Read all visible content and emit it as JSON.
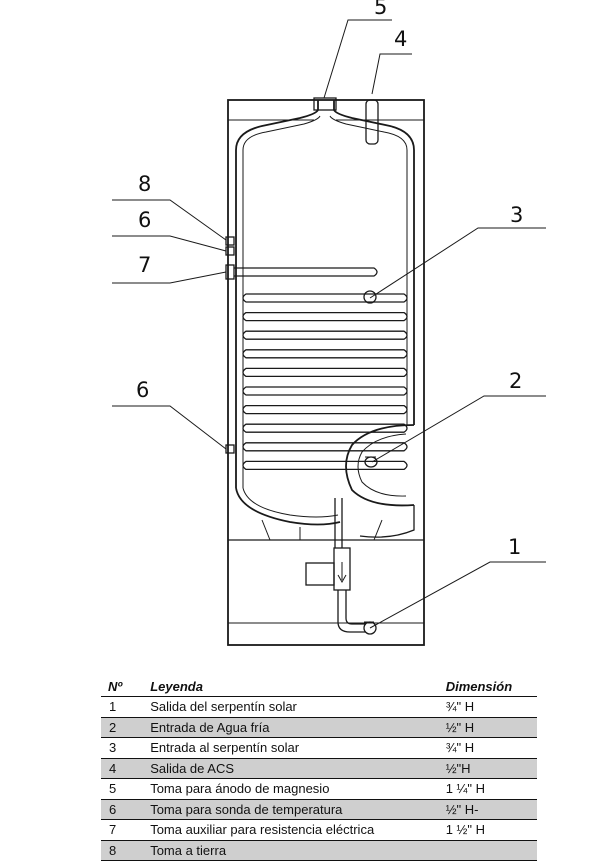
{
  "diagram": {
    "callouts": [
      "5",
      "4",
      "8",
      "6",
      "3",
      "7",
      "6",
      "2",
      "1"
    ]
  },
  "table": {
    "headers": {
      "no": "Nº",
      "legend": "Leyenda",
      "dimension": "Dimensión"
    },
    "rows": [
      {
        "no": "1",
        "desc": "Salida del serpentín solar",
        "dim": "¾\" H",
        "shaded": false
      },
      {
        "no": "2",
        "desc": "Entrada de Agua fría",
        "dim": "½\" H",
        "shaded": true
      },
      {
        "no": "3",
        "desc": "Entrada al serpentín solar",
        "dim": "¾\" H",
        "shaded": false
      },
      {
        "no": "4",
        "desc": "Salida de ACS",
        "dim": "½\"H",
        "shaded": true
      },
      {
        "no": "5",
        "desc": "Toma para ánodo de magnesio",
        "dim": "1 ¼\" H",
        "shaded": false
      },
      {
        "no": "6",
        "desc": "Toma para sonda de temperatura",
        "dim": "½\" H-",
        "shaded": true
      },
      {
        "no": "7",
        "desc": "Toma auxiliar para resistencia eléctrica",
        "dim": "1 ½\" H",
        "shaded": false
      },
      {
        "no": "8",
        "desc": "Toma a tierra",
        "dim": "",
        "shaded": true
      }
    ]
  }
}
